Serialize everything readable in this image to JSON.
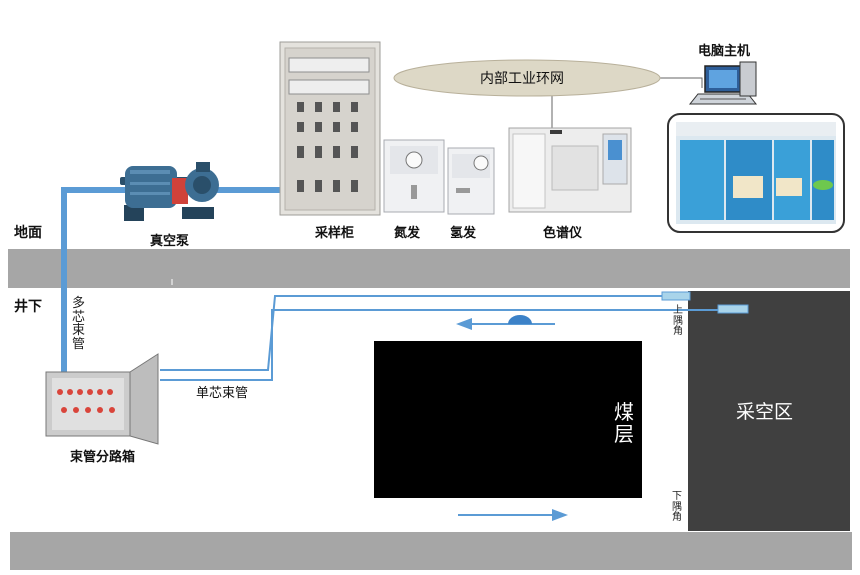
{
  "labels": {
    "surface": "地面",
    "underground": "井下",
    "vacuum_pump": "真空泵",
    "sampling_cabinet": "采样柜",
    "nitrogen_generator": "氮发",
    "hydrogen_generator": "氢发",
    "chromatograph": "色谱仪",
    "network": "内部工业环网",
    "computer_host": "电脑主机",
    "multi_core_tube": [
      "多",
      "芯",
      "束",
      "管"
    ],
    "single_core_tube": "单芯束管",
    "tube_box": "束管分路箱",
    "coal_seam": [
      "煤",
      "层"
    ],
    "goaf": "采空区",
    "upper_corner": [
      "上",
      "隅",
      "角"
    ],
    "lower_corner": [
      "下",
      "隅",
      "角"
    ]
  },
  "colors": {
    "pipe": "#5b9bd5",
    "ground_band": "#a6a6a6",
    "coal_seam": "#000000",
    "goaf": "#404040"
  }
}
